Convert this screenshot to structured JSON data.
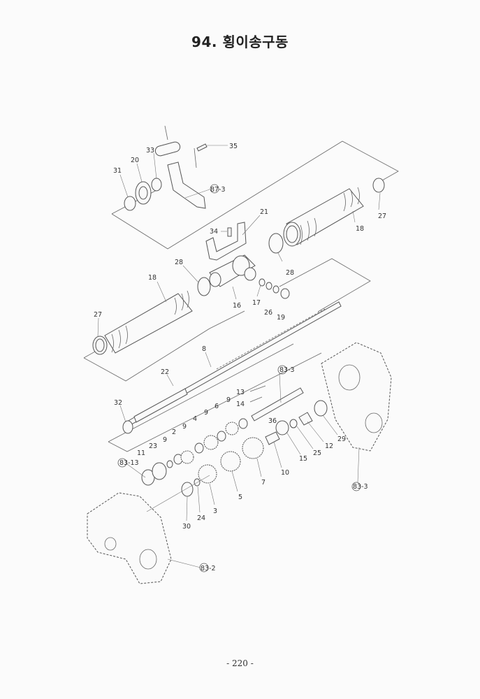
{
  "header": {
    "title": "94. 횡이송구동"
  },
  "footer": {
    "page_number": "- 220 -"
  },
  "callouts": [
    "35",
    "33",
    "20",
    "31",
    "87-3",
    "27",
    "18",
    "21",
    "34",
    "28",
    "18",
    "28",
    "16",
    "17",
    "26",
    "19",
    "27",
    "8",
    "22",
    "83-3",
    "13",
    "14",
    "32",
    "9",
    "6",
    "9",
    "4",
    "9",
    "2",
    "9",
    "23",
    "11",
    "83-13",
    "36",
    "15",
    "25",
    "12",
    "29",
    "10",
    "7",
    "5",
    "3",
    "24",
    "30",
    "83-3",
    "83-2"
  ]
}
